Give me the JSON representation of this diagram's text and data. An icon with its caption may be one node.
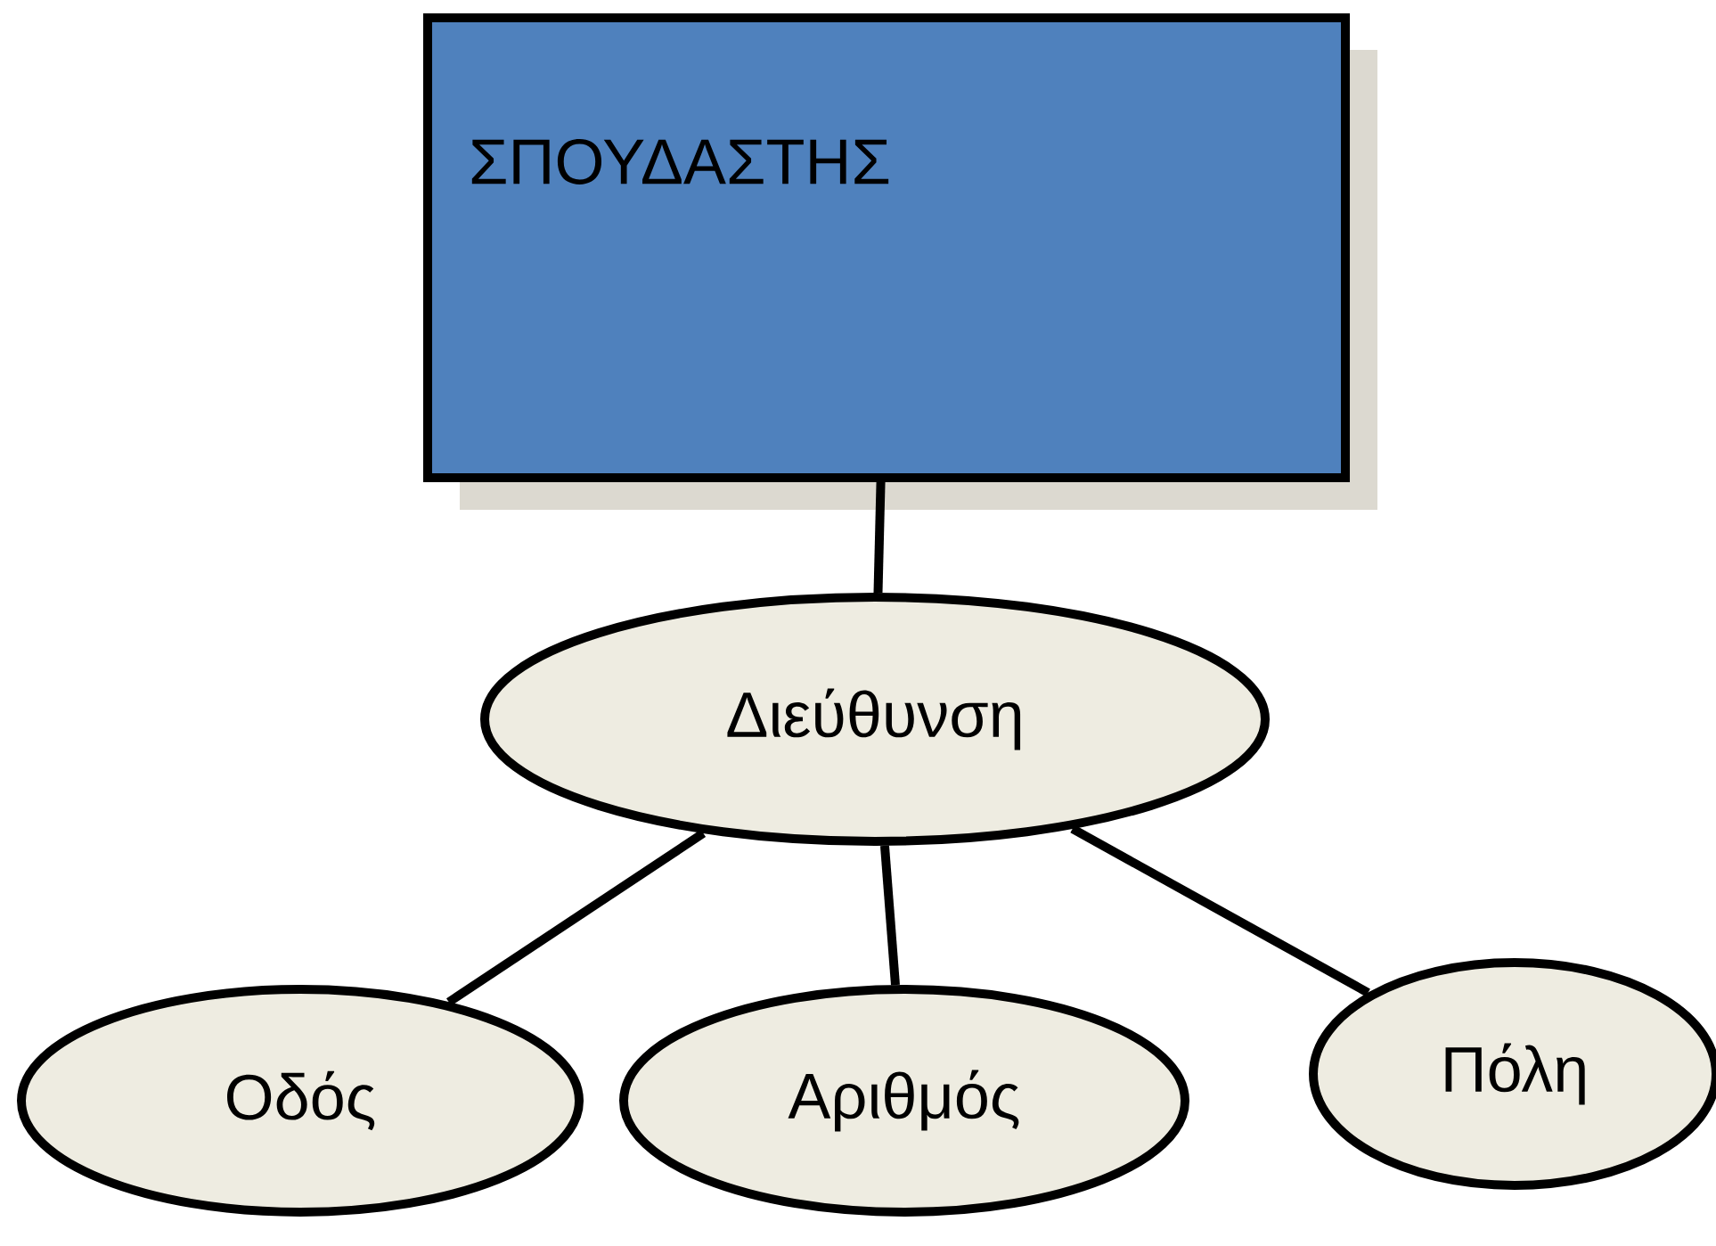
{
  "diagram": {
    "nodes": [
      {
        "text": [
          "ΣΠΟΥΔΑΣΤΗΣ"
        ]
      },
      {
        "text": [
          "Διεύθυνση"
        ]
      },
      {
        "text": [
          "Οδός"
        ]
      },
      {
        "text": [
          "Αριθμός"
        ]
      },
      {
        "text": [
          "Πόλη"
        ]
      }
    ],
    "edges": [
      {
        "from": 0,
        "to": 1,
        "arrow": "none"
      },
      {
        "from": 1,
        "to": 2,
        "arrow": "none"
      },
      {
        "from": 1,
        "to": 3,
        "arrow": "none"
      },
      {
        "from": 1,
        "to": 4,
        "arrow": "none"
      }
    ]
  }
}
